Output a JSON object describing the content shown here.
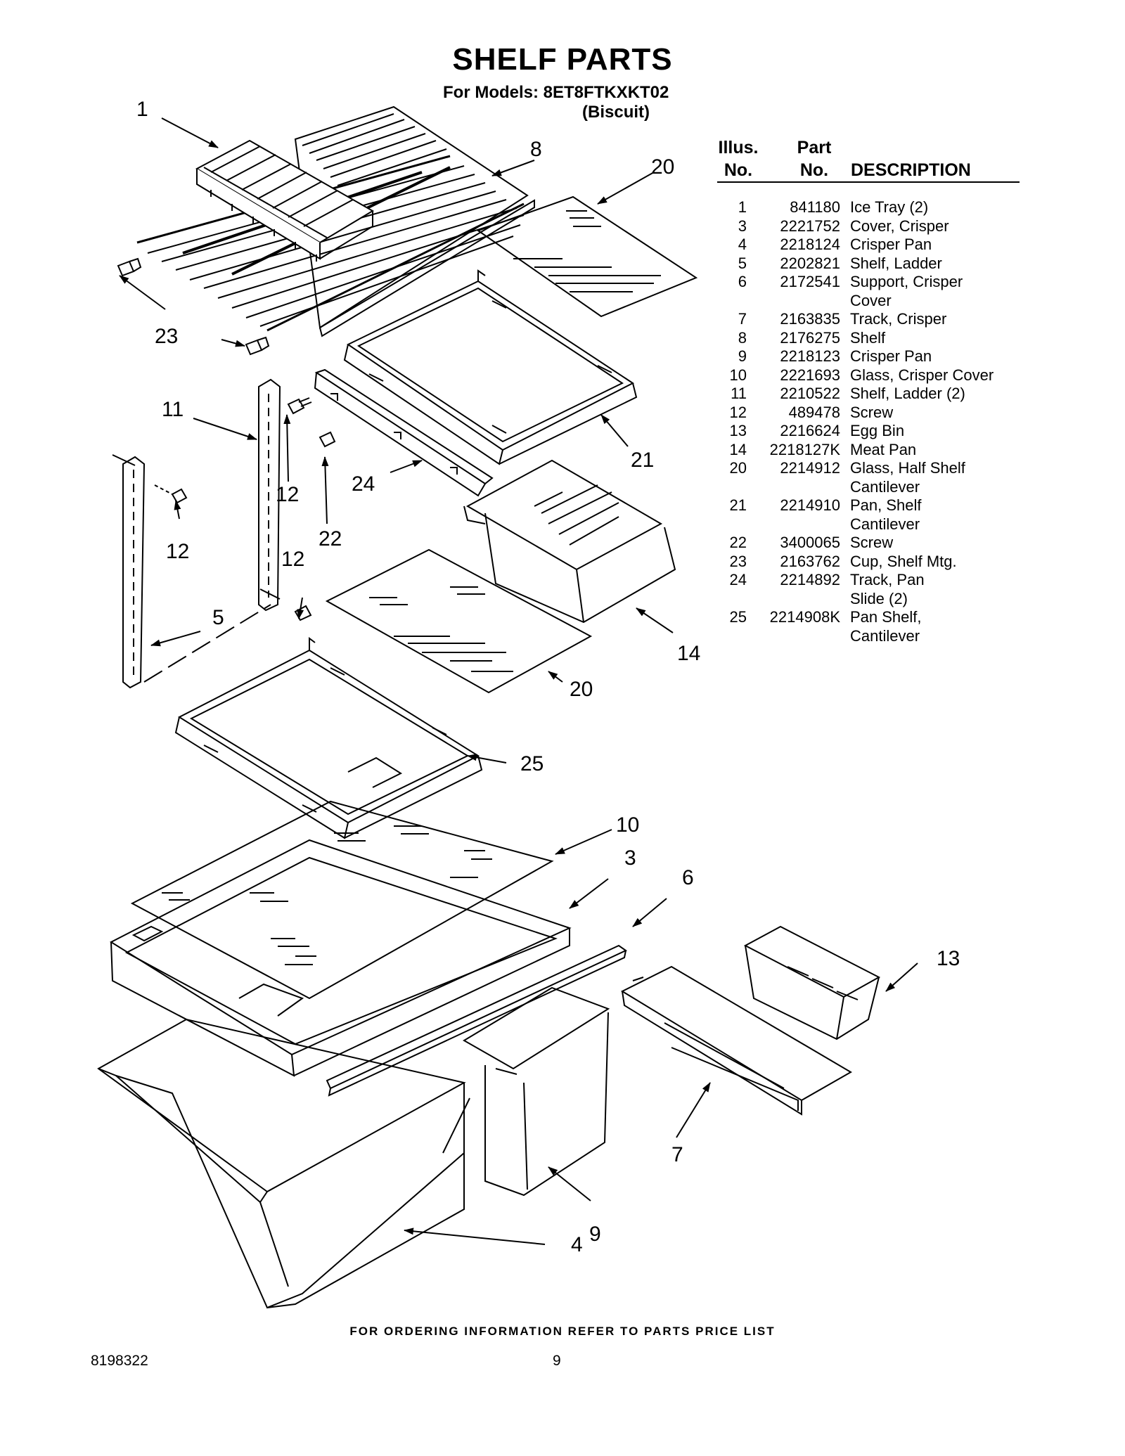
{
  "header": {
    "title": "SHELF PARTS",
    "models": "For Models: 8ET8FTKXKT02",
    "color": "(Biscuit)"
  },
  "table": {
    "headers": {
      "illus_line1": "Illus.",
      "illus_line2": "No.",
      "part_line1": "Part",
      "part_line2": "No.",
      "description": "DESCRIPTION"
    },
    "rows": [
      {
        "illus": "1",
        "part": "841180",
        "desc": "Ice Tray (2)"
      },
      {
        "illus": "3",
        "part": "2221752",
        "desc": "Cover, Crisper"
      },
      {
        "illus": "4",
        "part": "2218124",
        "desc": "Crisper Pan"
      },
      {
        "illus": "5",
        "part": "2202821",
        "desc": "Shelf, Ladder"
      },
      {
        "illus": "6",
        "part": "2172541",
        "desc": "Support, Crisper\nCover"
      },
      {
        "illus": "7",
        "part": "2163835",
        "desc": "Track, Crisper"
      },
      {
        "illus": "8",
        "part": "2176275",
        "desc": "Shelf"
      },
      {
        "illus": "9",
        "part": "2218123",
        "desc": "Crisper Pan"
      },
      {
        "illus": "10",
        "part": "2221693",
        "desc": "Glass, Crisper Cover"
      },
      {
        "illus": "11",
        "part": "2210522",
        "desc": "Shelf, Ladder (2)"
      },
      {
        "illus": "12",
        "part": "489478",
        "desc": "Screw"
      },
      {
        "illus": "13",
        "part": "2216624",
        "desc": "Egg Bin"
      },
      {
        "illus": "14",
        "part": "2218127K",
        "desc": "Meat Pan"
      },
      {
        "illus": "20",
        "part": "2214912",
        "desc": "Glass, Half Shelf\nCantilever"
      },
      {
        "illus": "21",
        "part": "2214910",
        "desc": "Pan, Shelf\nCantilever"
      },
      {
        "illus": "22",
        "part": "3400065",
        "desc": "Screw"
      },
      {
        "illus": "23",
        "part": "2163762",
        "desc": "Cup, Shelf Mtg."
      },
      {
        "illus": "24",
        "part": "2214892",
        "desc": "Track, Pan\nSlide (2)"
      },
      {
        "illus": "25",
        "part": "2214908K",
        "desc": "Pan Shelf,\nCantilever"
      }
    ]
  },
  "callouts": {
    "c1": "1",
    "c8": "8",
    "c20a": "20",
    "c23": "23",
    "c11": "11",
    "c12a": "12",
    "c12b": "12",
    "c12c": "12",
    "c22": "22",
    "c24": "24",
    "c21": "21",
    "c5": "5",
    "c14": "14",
    "c20b": "20",
    "c25": "25",
    "c10": "10",
    "c3": "3",
    "c6": "6",
    "c13": "13",
    "c7": "7",
    "c9": "9",
    "c4": "4"
  },
  "footer": {
    "note": "FOR ORDERING INFORMATION REFER TO PARTS PRICE LIST",
    "doc_number": "8198322",
    "page_number": "9"
  }
}
